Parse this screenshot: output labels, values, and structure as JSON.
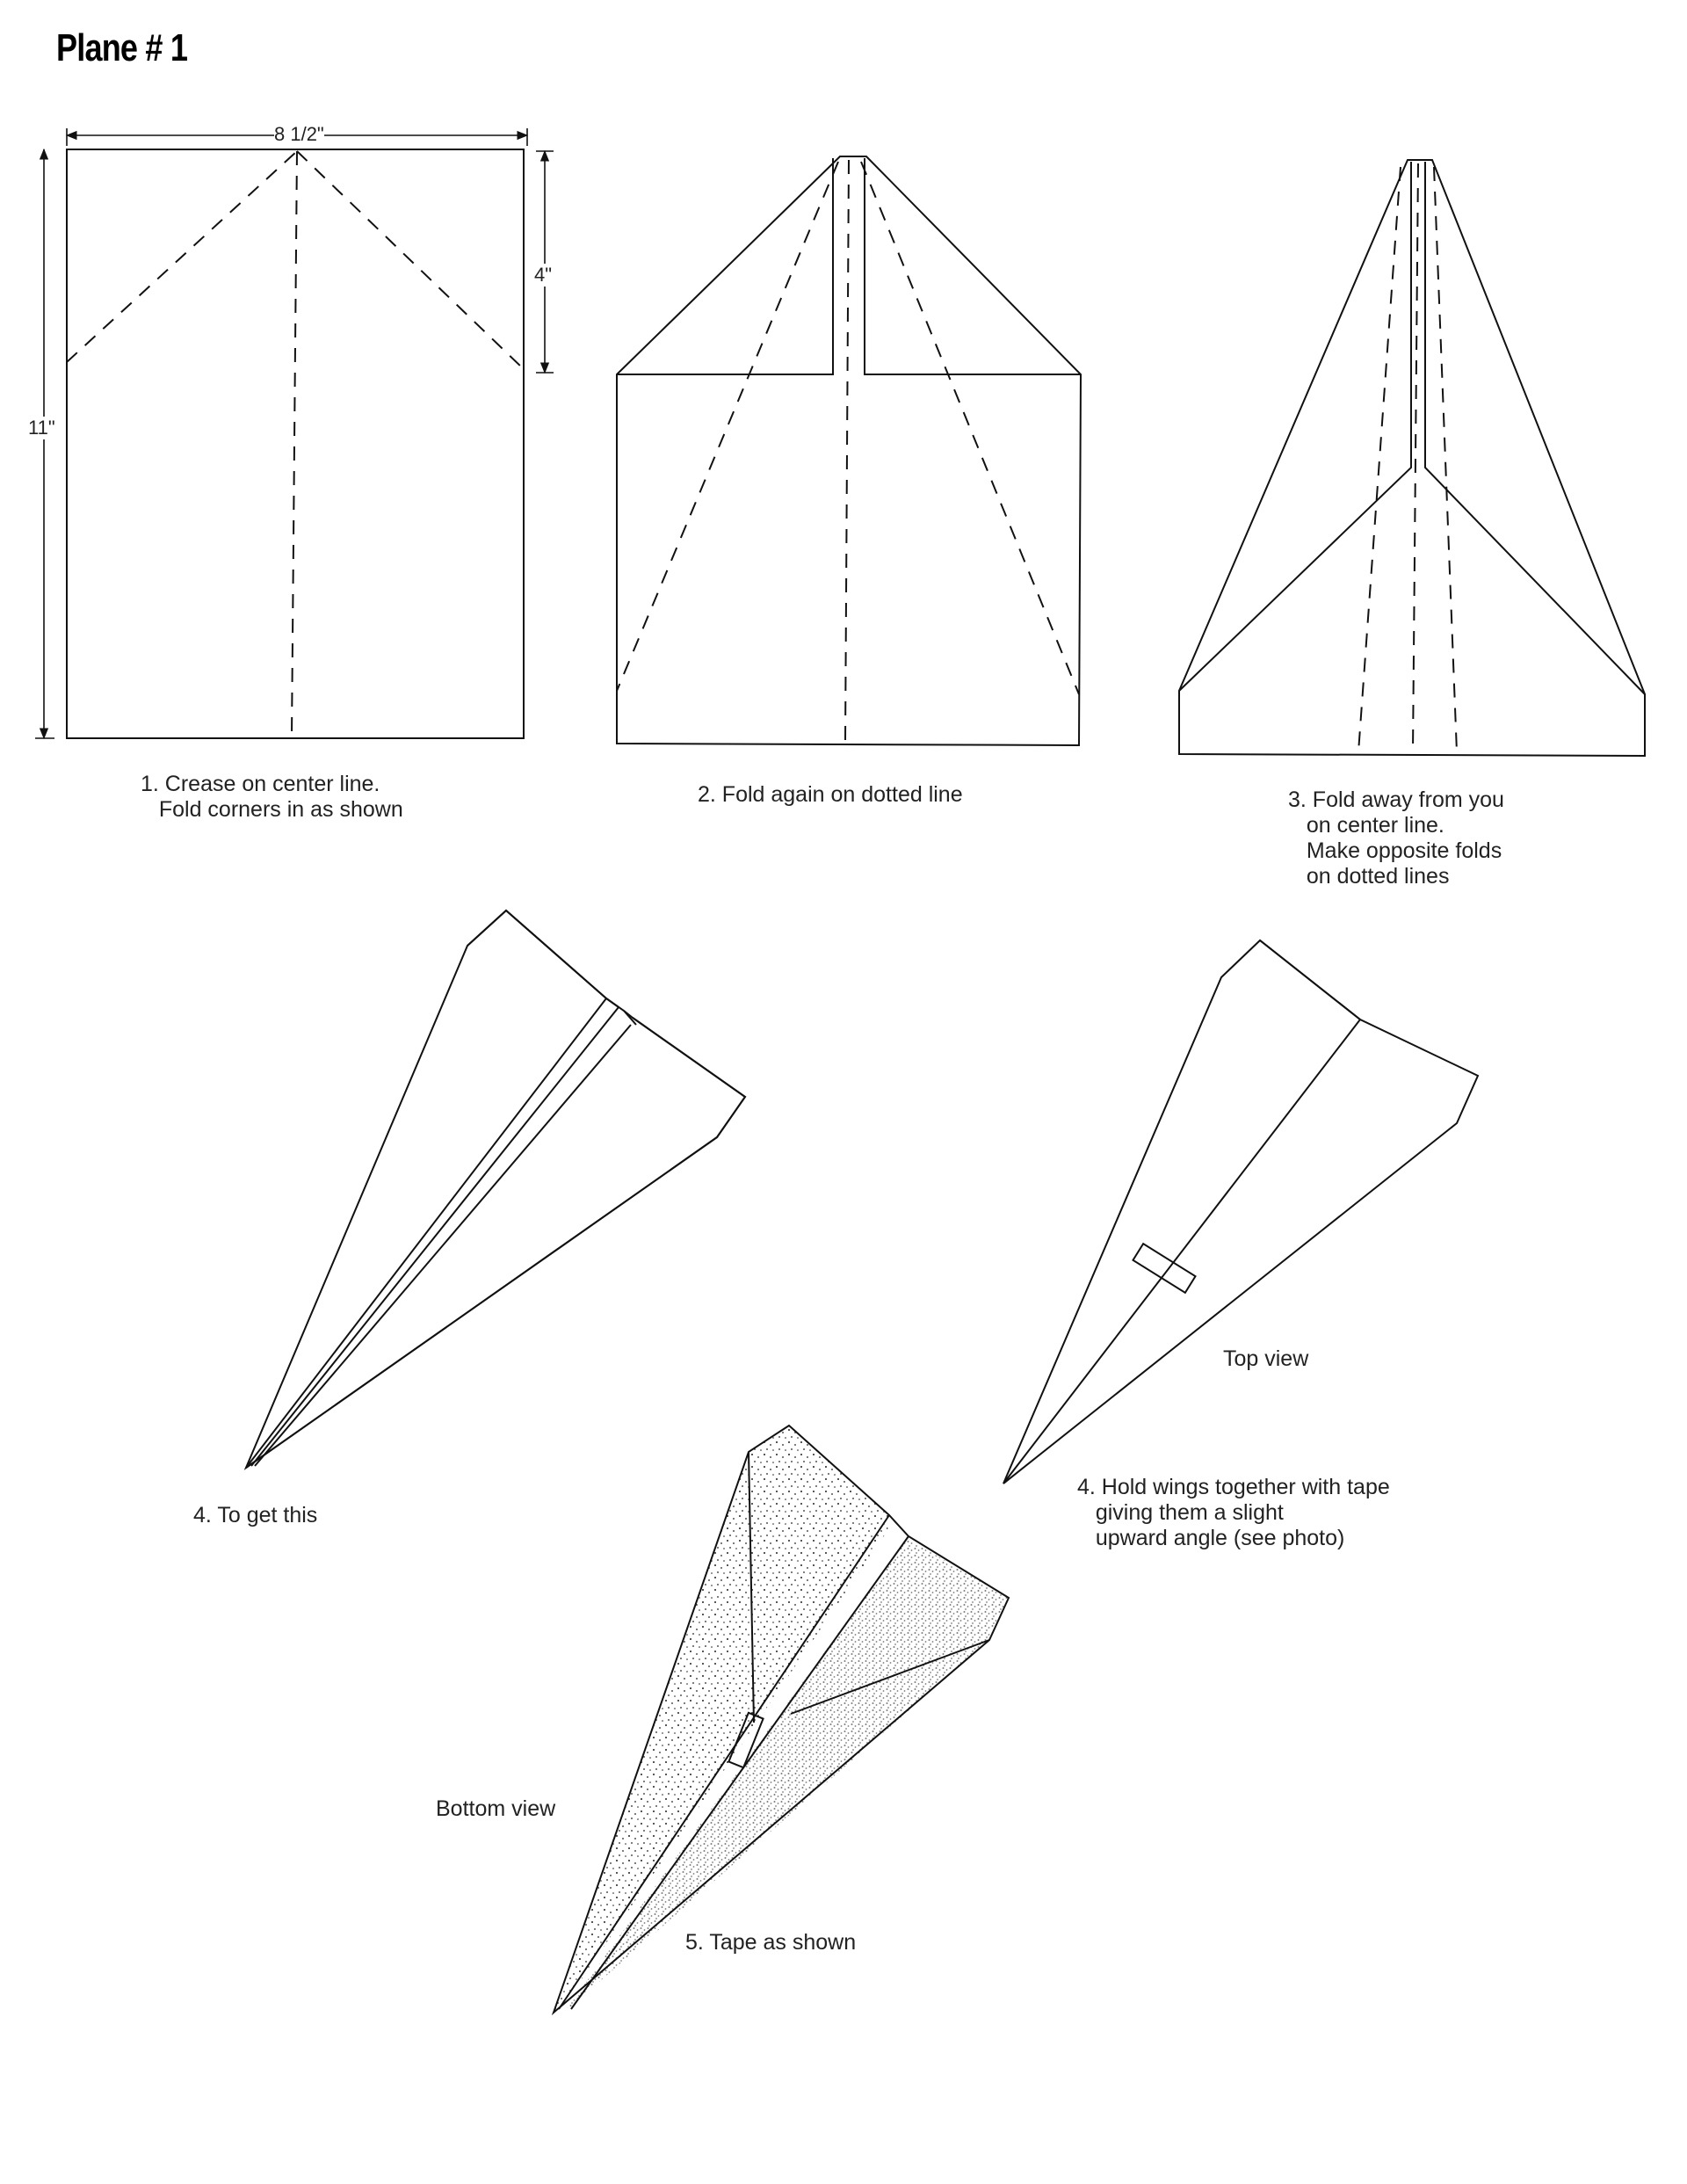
{
  "title": "Plane # 1",
  "dimensions": {
    "width": "8 1/2\"",
    "height": "11\"",
    "fold_depth": "4\""
  },
  "steps": [
    {
      "caption": "1. Crease on center line.\n   Fold corners in as shown"
    },
    {
      "caption": "2. Fold again on dotted line"
    },
    {
      "caption": "3. Fold away from you\n   on center line.\n   Make opposite folds\n   on dotted lines"
    },
    {
      "caption": "4. To get this"
    },
    {
      "caption": "4. Hold wings together with tape\n   giving them a slight\n   upward angle (see photo)"
    },
    {
      "caption": "5. Tape as shown"
    }
  ],
  "views": {
    "top": "Top view",
    "bottom": "Bottom view"
  }
}
